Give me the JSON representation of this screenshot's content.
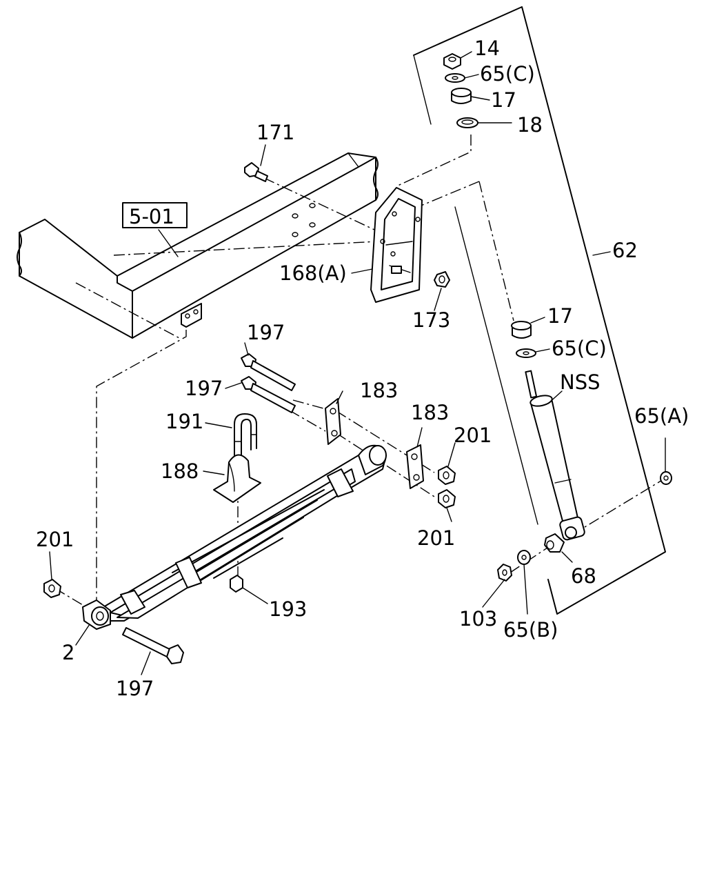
{
  "callouts": {
    "c14": "14",
    "c65c_top": "65(C)",
    "c17_top": "17",
    "c18": "18",
    "c62": "62",
    "c171": "171",
    "c5_01": "5-01",
    "c168a": "168(A)",
    "c173": "173",
    "c17_mid": "17",
    "c65c_mid": "65(C)",
    "cnss": "NSS",
    "c197_a": "197",
    "c197_b": "197",
    "c183_a": "183",
    "c183_b": "183",
    "c191": "191",
    "c188": "188",
    "c201_a": "201",
    "c201_b": "201",
    "c201_c": "201",
    "c65a": "65(A)",
    "c68": "68",
    "c193": "193",
    "c103": "103",
    "c65b": "65(B)",
    "c2": "2",
    "c197_c": "197"
  }
}
